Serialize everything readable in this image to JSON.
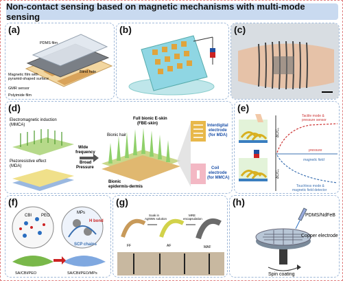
{
  "title": "Non-contact sensing based on magnetic mechanisms with multi-mode sensing",
  "panels": {
    "a": {
      "label": "(a)",
      "pdms": "PDMS film",
      "blind": "Blind hole",
      "magnetic": "Magnetic film with\npyramid-shaped surface",
      "gmr": "GMR sensor",
      "polyimide": "Polyimide film"
    },
    "b": {
      "label": "(b)"
    },
    "c": {
      "label": "(c)"
    },
    "d": {
      "label": "(d)",
      "em": "Electromagnetic induction\n(MMCA)",
      "pz": "Piezoresistive effect\n(MDA)",
      "wide": "Wide\nfrequency",
      "broad": "Broad\nPressure",
      "hair": "Bionic hair",
      "fbe": "Full bionic E-skin\n(FBE-skin)",
      "epi": "Bionic\nepidermis-dermis",
      "inter": "Interdigital\nelectrode\n(for MDA)",
      "coil": "Coil\nelectrode\n(for MMCA)"
    },
    "e": {
      "label": "(e)",
      "tactile": "Tactile mode &\npressure sensor",
      "pressure": "pressure",
      "magnetic": "magnetic field",
      "touchless": "Touchless mode &\nmagnetic field detector",
      "yaxis": "ΔC/C₀"
    },
    "f": {
      "label": "(f)",
      "cbi": "CBI",
      "peo": "PEO",
      "mps": "MPs",
      "hbond": "H bond",
      "scp": "SCP chains",
      "left": "SA/CBI/PEO",
      "right": "SA/CBI/PEO/MPs"
    },
    "g": {
      "label": "(g)",
      "soak": "Soak in\nAgNWs solution",
      "mre": "MRE\nencapsulation",
      "ff": "FF",
      "af": "AF",
      "maf": "MAF"
    },
    "h": {
      "label": "(h)",
      "pdms": "PDMS/NdFeB",
      "copper": "Copper electrode",
      "spin": "Spin coating"
    }
  }
}
